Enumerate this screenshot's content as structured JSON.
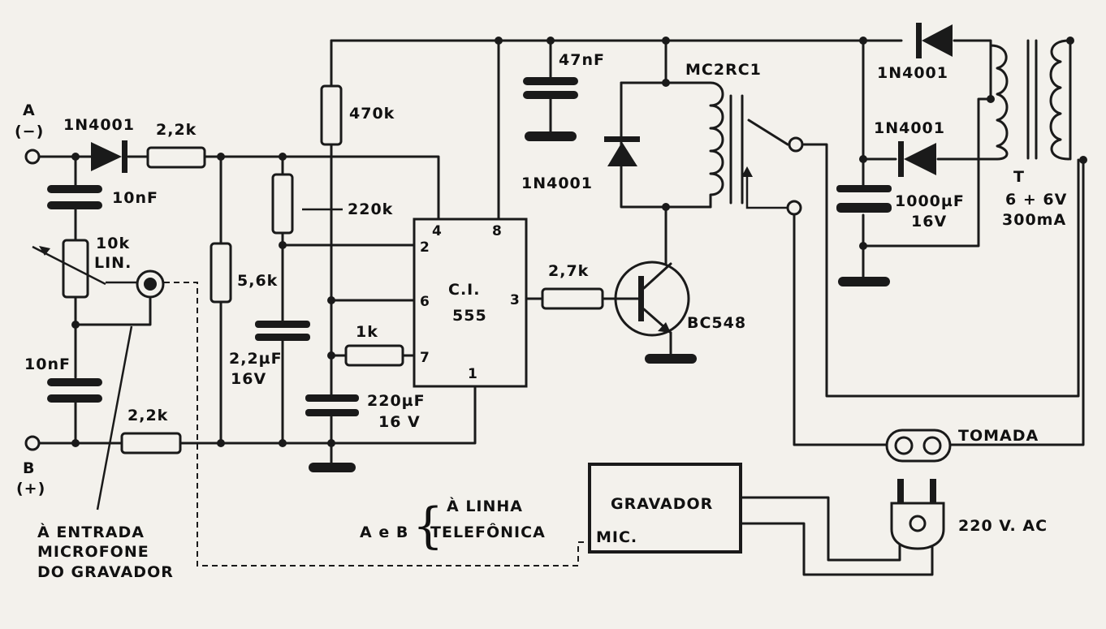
{
  "terminals": {
    "a_label": "A",
    "a_sign": "(−)",
    "b_label": "B",
    "b_sign": "(+)"
  },
  "components": {
    "d1": "1N4001",
    "r1": "2,2k",
    "c1": "10nF",
    "pot_value": "10k",
    "pot_type": "LIN.",
    "c2": "10nF",
    "r2": "2,2k",
    "r3": "5,6k",
    "r4": "470k",
    "r5": "220k",
    "c3_value": "2,2µF",
    "c3_voltage": "16V",
    "r6": "1k",
    "c4_value": "220µF",
    "c4_voltage": "16 V",
    "c5": "47nF",
    "relay": "MC2RC1",
    "d2": "1N4001",
    "r7": "2,7k",
    "q1": "BC548",
    "d3": "1N4001",
    "d4": "1N4001",
    "c6_value": "1000µF",
    "c6_voltage": "16V",
    "t_label": "T",
    "t_rating": "6 + 6V",
    "t_current": "300mA"
  },
  "ic": {
    "line1": "C.I.",
    "line2": "555",
    "pin4": "4",
    "pin8": "8",
    "pin2": "2",
    "pin6": "6",
    "pin3": "3",
    "pin7": "7",
    "pin1": "1"
  },
  "labels": {
    "mic_input_line1": "À ENTRADA",
    "mic_input_line2": "MICROFONE",
    "mic_input_line3": "DO GRAVADOR",
    "ab_prefix": "A e B",
    "phone_line1": "À LINHA",
    "phone_line2": "TELEFÔNICA",
    "recorder": "GRAVADOR",
    "mic": "MIC.",
    "socket": "TOMADA",
    "mains": "220 V. AC"
  }
}
